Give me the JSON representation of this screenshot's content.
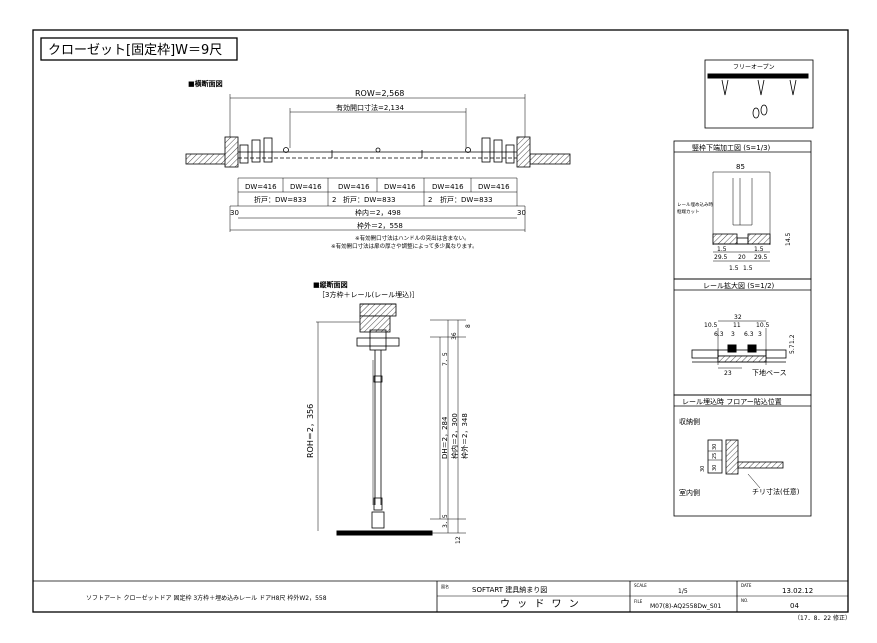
{
  "title": "クローゼット[固定枠]W＝9尺",
  "plan": {
    "heading": "■横断面図",
    "row": "ROW=2,568",
    "opening": "有効開口寸法=2,134",
    "dw": [
      "DW=416",
      "DW=416",
      "DW=416",
      "DW=416",
      "DW=416",
      "DW=416"
    ],
    "panels": [
      "折戸：DW=833",
      "折戸：DW=833",
      "折戸：DW=833"
    ],
    "panel_nums": [
      "2",
      "2"
    ],
    "side_left": "30",
    "side_right": "30",
    "inner": "枠内＝2，498",
    "outer": "枠外＝2，558",
    "note1": "※有効開口寸法はハンドルの突出は含まない。",
    "note2": "※有効開口寸法は扉の厚さや調整によって多少異なります。"
  },
  "section": {
    "heading": "■縦断面図",
    "sub": "［3方枠＋レール(レール埋込)］",
    "roh": "ROH＝2，356",
    "dh": "DH＝2，284",
    "inner": "枠内＝2，300",
    "outer": "枠外＝2，348",
    "top_a": "8",
    "top_b": "36",
    "top_c": "7．5",
    "bottom_a": "3．5",
    "bottom_b": "12"
  },
  "panel_free": {
    "title": "フリーオープン"
  },
  "panel_frame": {
    "title": "竪枠下端加工図 (S=1/3)",
    "dim_top": "85",
    "note_a": "レール埋め込み時",
    "note_b": "框端カット",
    "d1": "1.5",
    "d2": "29.5",
    "d3": "20",
    "d4": "29.5",
    "d5": "1.5",
    "d6": "1.5",
    "d7": "14.5"
  },
  "panel_rail": {
    "title": "レール拡大図 (S=1/2)",
    "w32": "32",
    "d105a": "10.5",
    "d11": "11",
    "d105b": "10.5",
    "d63a": "6.3",
    "d63b": "6.3",
    "d3a": "3",
    "d3b": "3",
    "d12": "1.2",
    "d57": "5.7",
    "d23": "23",
    "base": "下地ベース"
  },
  "panel_floor": {
    "title": "レール埋込時 フロアー貼込位置",
    "storage": "収納側",
    "room": "室内側",
    "ds": [
      "30",
      "25",
      "30"
    ],
    "chiri": "チリ寸法(任意)"
  },
  "titleblock": {
    "desc": "ソフトアート クローゼットドア 固定枠 3方枠＋埋め込みレール ドアH8尺 枠外W2，558",
    "name_label": "図名",
    "name": "SOFTART 建具納まり図",
    "maker_label": "製造\n販売",
    "maker": "ウ ッ ド ワ ン",
    "scale_label": "SCALE",
    "scale": "1/5",
    "file_label": "FILE",
    "file": "M07(8)-AQ2558Dw_S01",
    "date_label": "DATE",
    "date": "13.02.12",
    "no_label": "NO.",
    "no": "04",
    "revised": "（17．8．22 修正）"
  }
}
